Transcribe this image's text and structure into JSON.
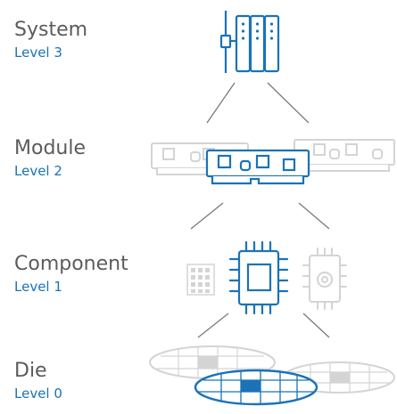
{
  "levels": [
    {
      "name": "System",
      "level": "Level 3"
    },
    {
      "name": "Module",
      "level": "Level 2"
    },
    {
      "name": "Component",
      "level": "Level 1"
    },
    {
      "name": "Die",
      "level": "Level 0"
    }
  ],
  "colors": {
    "accent": "#1a73b8",
    "muted": "#d4d4d4",
    "text": "#5b5b5b",
    "connector": "#7a7a7a"
  }
}
